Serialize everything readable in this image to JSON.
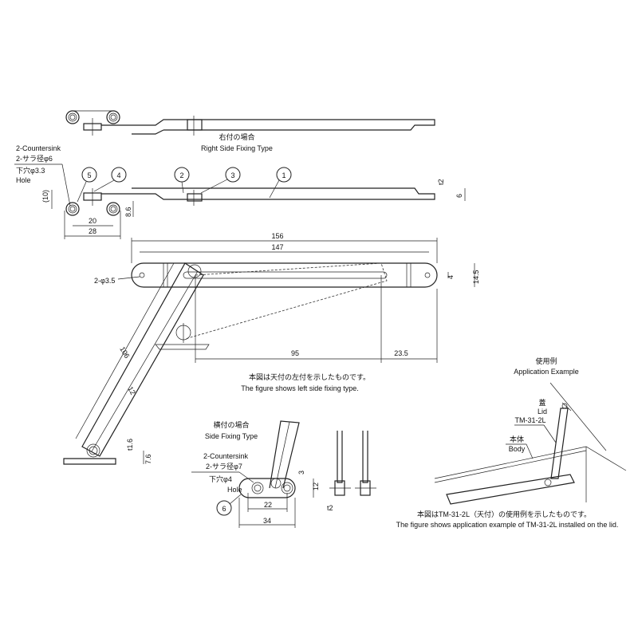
{
  "right_side": {
    "title_jp": "右付の場合",
    "title_en": "Right Side Fixing Type"
  },
  "countersink_top": {
    "line1": "2-Countersink",
    "line2": "2-サラ径φ6",
    "line3": "下穴φ3.3",
    "line4": "Hole"
  },
  "callouts": [
    "1",
    "2",
    "3",
    "4",
    "5",
    "6"
  ],
  "dims_top": {
    "d10": "(10)",
    "d86": "8.6",
    "d20": "20",
    "d28": "28",
    "t2": "t2",
    "d6": "6"
  },
  "dims_main": {
    "d156": "156",
    "d147": "147",
    "d4": "4",
    "d145": "14.5",
    "hole": "2-φ3.5",
    "d95": "95",
    "d235": "23.5",
    "d106": "106",
    "d12": "12",
    "t16": "t1.6",
    "d76": "7.6"
  },
  "note_main": {
    "jp": "本図は天付の左付を示したものです。",
    "en": "The figure shows left side fixing type."
  },
  "side_fixing": {
    "title_jp": "横付の場合",
    "title_en": "Side Fixing Type",
    "line1": "2-Countersink",
    "line2": "2-サラ径φ7",
    "line3": "下穴φ4",
    "line4": "Hole",
    "d3": "3",
    "d12": "12",
    "d22": "22",
    "d34": "34",
    "t2": "t2"
  },
  "application": {
    "title_jp": "使用例",
    "title_en": "Application Example",
    "lid_jp": "蓋",
    "lid_en": "Lid",
    "model": "TM-31-2L",
    "body_jp": "本体",
    "body_en": "Body",
    "note_jp": "本図はTM-31-2L（天付）の使用例を示したものです。",
    "note_en": "The figure shows application example of TM-31-2L installed on the lid."
  }
}
